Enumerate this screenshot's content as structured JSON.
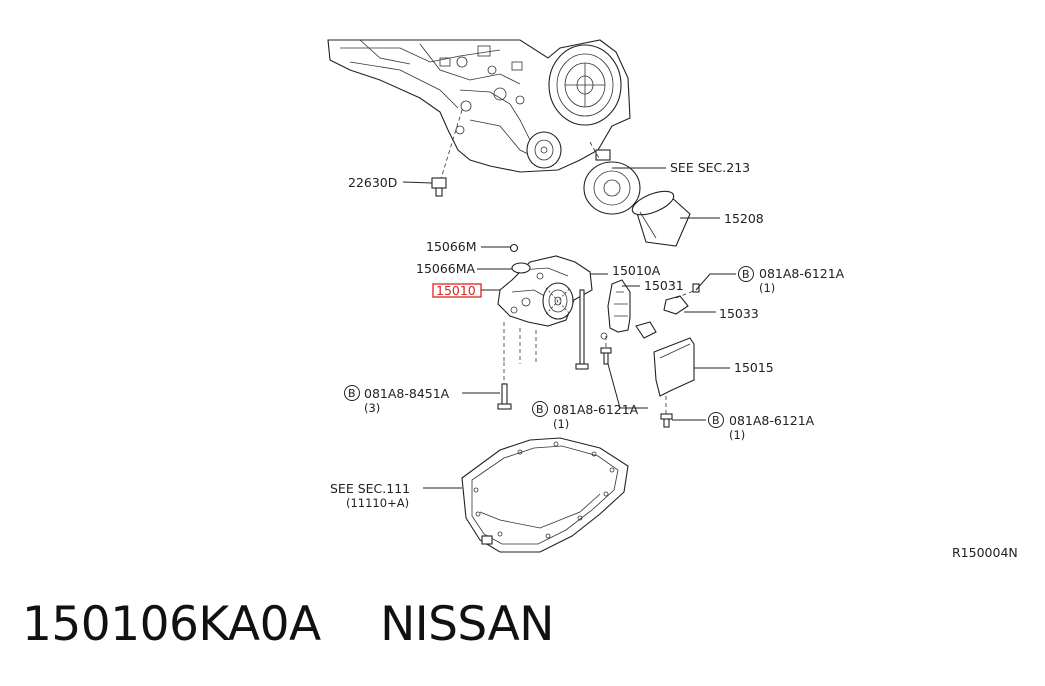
{
  "labels": {
    "sensor": "22630D",
    "see_213": "SEE SEC.213",
    "filter": "15208",
    "clip": "15066M",
    "gasket": "15066MA",
    "pump_highlight": "15010",
    "pump_a": "15010A",
    "strainer": "15031",
    "bolt_b1": "081A8-6121A",
    "bolt_b1_qty": "(1)",
    "bracket": "15033",
    "baffle": "15015",
    "bolt_b2": "081A8-8451A",
    "bolt_b2_qty": "(3)",
    "bolt_b3": "081A8-6121A",
    "bolt_b3_qty": "(1)",
    "bolt_b4": "081A8-6121A",
    "bolt_b4_qty": "(1)",
    "see_111": "SEE SEC.111",
    "see_111_sub": "(11110+A)",
    "diagram_code": "R150004N",
    "circle_letter": "B"
  },
  "footer": {
    "part_number": "150106KA0A",
    "brand": "NISSAN"
  },
  "colors": {
    "highlight": "#dd2222",
    "ink": "#222222"
  }
}
